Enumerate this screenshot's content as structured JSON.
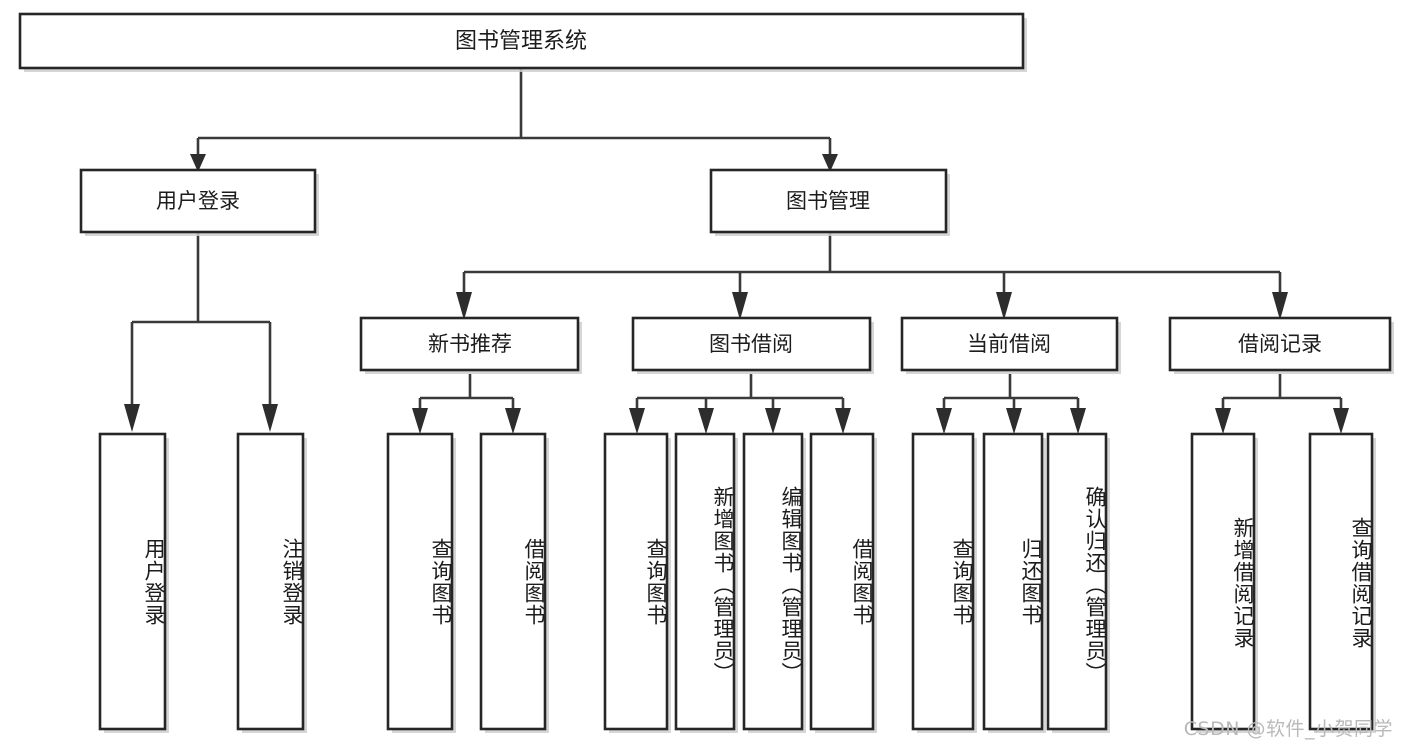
{
  "diagram": {
    "type": "tree-hierarchy",
    "title": "图书管理系统",
    "root": {
      "label": "图书管理系统"
    },
    "level2": [
      {
        "label": "用户登录"
      },
      {
        "label": "图书管理"
      }
    ],
    "level3": [
      {
        "label": "新书推荐"
      },
      {
        "label": "图书借阅"
      },
      {
        "label": "当前借阅"
      },
      {
        "label": "借阅记录"
      }
    ],
    "leaves": {
      "user_login": [
        {
          "label": "用户登录"
        },
        {
          "label": "注销登录"
        }
      ],
      "new_book_recommend": [
        {
          "label": "查询图书"
        },
        {
          "label": "借阅图书"
        }
      ],
      "book_borrow": [
        {
          "label": "查询图书"
        },
        {
          "label": "新增图书（管理员）"
        },
        {
          "label": "编辑图书（管理员）"
        },
        {
          "label": "借阅图书"
        }
      ],
      "current_borrow": [
        {
          "label": "查询图书"
        },
        {
          "label": "归还图书"
        },
        {
          "label": "确认归还（管理员）"
        }
      ],
      "borrow_record": [
        {
          "label": "新增借阅记录"
        },
        {
          "label": "查询借阅记录"
        }
      ]
    }
  },
  "watermark": {
    "text": "CSDN @软件_小贺同学"
  },
  "colors": {
    "box_stroke": "#262626",
    "connector": "#3a3a3a",
    "text": "#1c1c1c",
    "background": "#ffffff",
    "watermark": "#b9b9b9"
  }
}
